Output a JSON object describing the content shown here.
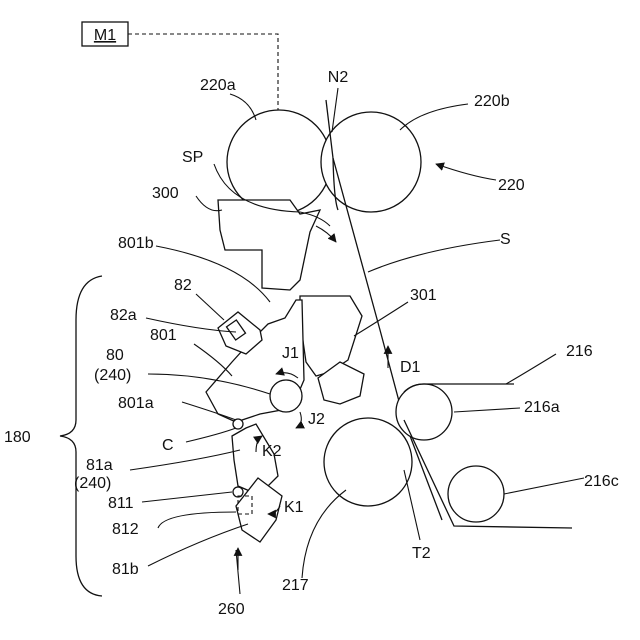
{
  "labels": {
    "m1": "M1",
    "n2": "N2",
    "r220a": "220a",
    "r220b": "220b",
    "r220": "220",
    "sp": "SP",
    "r300": "300",
    "s": "S",
    "r801b": "801b",
    "r82": "82",
    "r82a": "82a",
    "r301": "301",
    "r801": "801",
    "j1": "J1",
    "r216": "216",
    "d1": "D1",
    "r80": "80",
    "r240_a": "(240)",
    "r216a": "216a",
    "r801a": "801a",
    "j2": "J2",
    "r180": "180",
    "c": "C",
    "k2": "K2",
    "r81a": "81a",
    "r240_b": "(240)",
    "r216c": "216c",
    "r811": "811",
    "k1": "K1",
    "r812": "812",
    "t2": "T2",
    "r81b": "81b",
    "r217": "217",
    "r260": "260"
  }
}
